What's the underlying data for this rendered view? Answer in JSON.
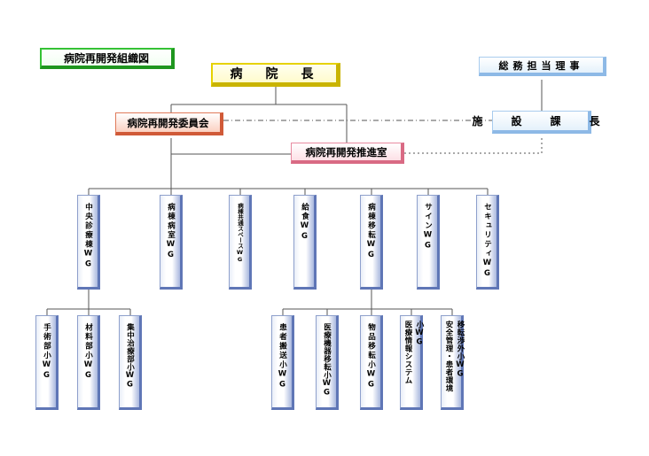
{
  "title": "病院再開発組織図",
  "director": "病　院　長",
  "general_affairs": "総務担当理事",
  "facility_manager": "施　設　課　長",
  "committee": "病院再開発委員会",
  "promotion_office": "病院再開発推進室",
  "working_groups": [
    {
      "label": "中央診療棟WG"
    },
    {
      "label": "病棟病室WG"
    },
    {
      "label": "病棟共通スペースWG"
    },
    {
      "label": "給食WG"
    },
    {
      "label": "病棟移転WG"
    },
    {
      "label": "サインWG"
    },
    {
      "label": "セキュリティWG"
    }
  ],
  "subgroups_central": [
    {
      "label": "手術部小WG"
    },
    {
      "label": "材料部小WG"
    },
    {
      "label": "集中治療部小WG"
    }
  ],
  "subgroups_transfer": [
    {
      "label": "患者搬送小WG"
    },
    {
      "label": "医療機器移転小WG"
    },
    {
      "label": "物品移転小WG"
    },
    {
      "label": "医療情報システム小WG",
      "col1": "医療情報システム",
      "col2": "小WG"
    },
    {
      "label": "安全管理・患者環境移転渉外小WG",
      "col1": "安全管理・患者環境",
      "col2": "移転渉外小WG"
    }
  ]
}
